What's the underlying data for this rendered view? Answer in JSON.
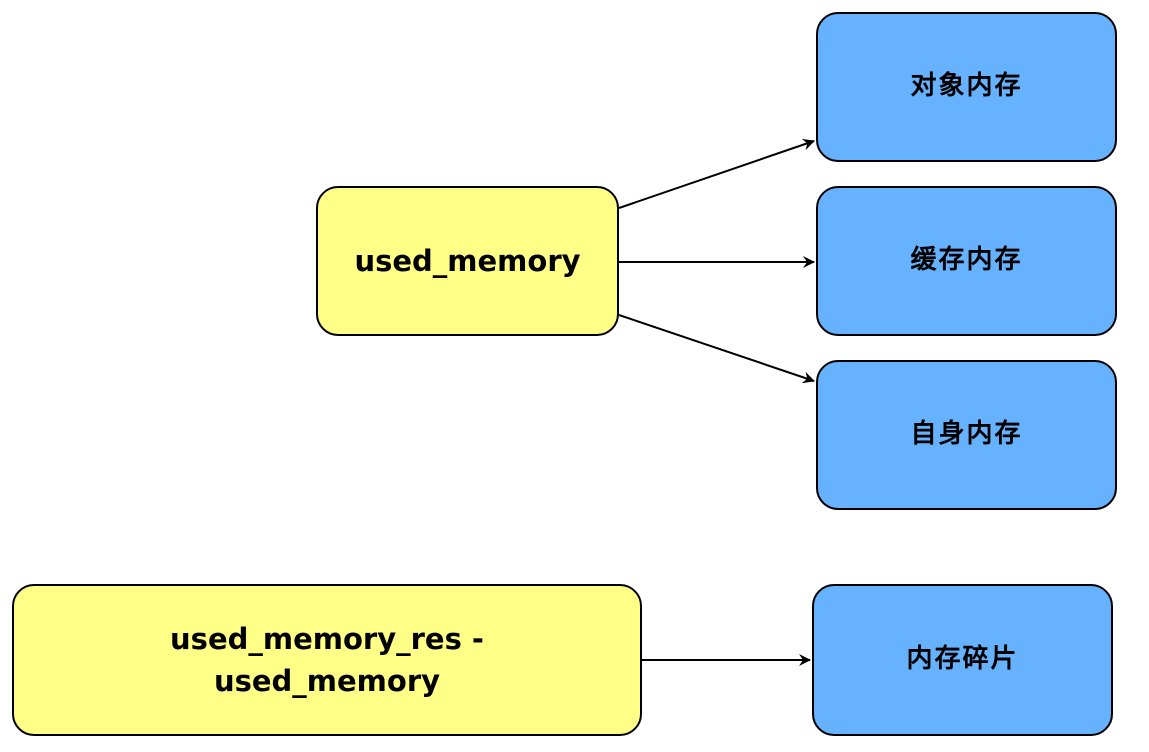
{
  "diagram": {
    "nodes": {
      "used_memory": {
        "label": "used_memory",
        "color": "#ffff88"
      },
      "object_mem": {
        "label": "对象内存",
        "color": "#66b2ff"
      },
      "buffer_mem": {
        "label": "缓存内存",
        "color": "#66b2ff"
      },
      "self_mem": {
        "label": "自身内存",
        "color": "#66b2ff"
      },
      "used_memory_res": {
        "label_line1": "used_memory_res -",
        "label_line2": "used_memory",
        "color": "#ffff88"
      },
      "mem_frag": {
        "label": "内存碎片",
        "color": "#66b2ff"
      }
    },
    "edges": [
      {
        "from": "used_memory",
        "to": "对象内存"
      },
      {
        "from": "used_memory",
        "to": "缓存内存"
      },
      {
        "from": "used_memory",
        "to": "自身内存"
      },
      {
        "from": "used_memory_res - used_memory",
        "to": "内存碎片"
      }
    ]
  }
}
